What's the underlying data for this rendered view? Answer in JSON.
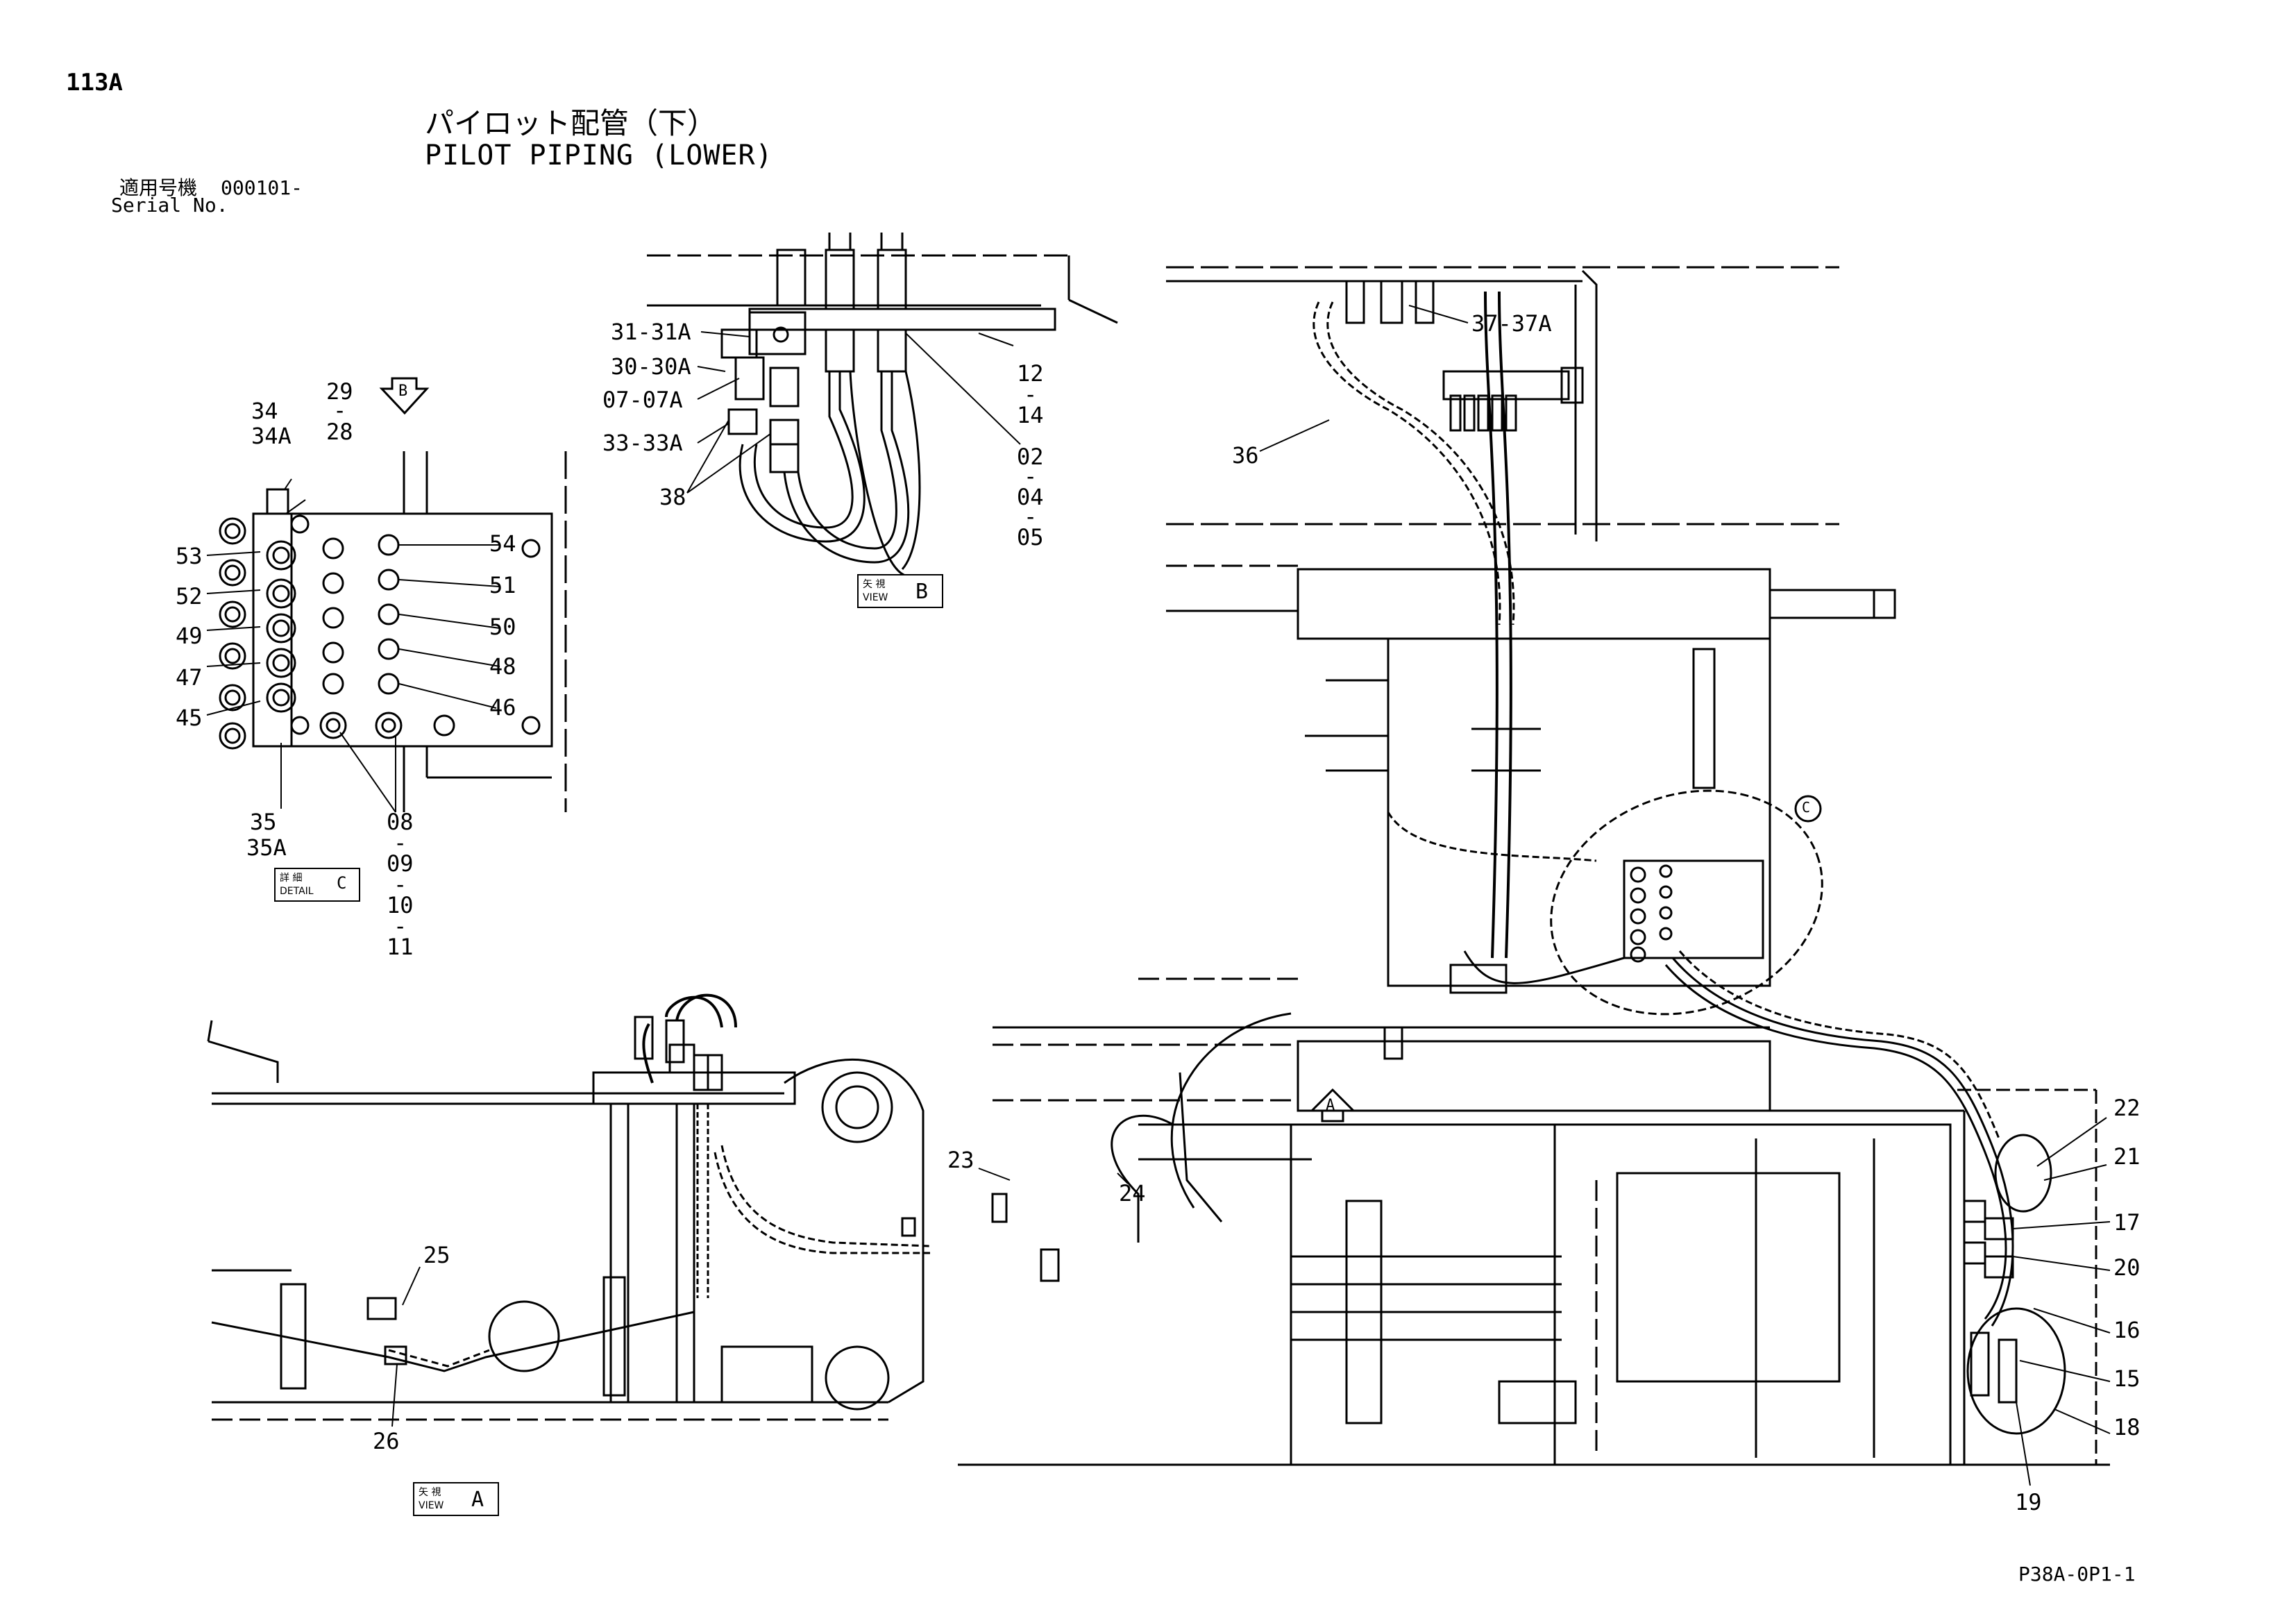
{
  "page_number": "113A",
  "title_jp": "パイロット配管（下）",
  "title_en": "PILOT PIPING (LOWER)",
  "serial_label_jp": "適用号機",
  "serial_value": "000101-",
  "serial_label_en": "Serial No.",
  "drawing_code": "P38A-0P1-1",
  "view_boxes": {
    "view_b": {
      "jp": "矢 視",
      "en": "VIEW",
      "letter": "B"
    },
    "detail_c": {
      "jp": "詳 細",
      "en": "DETAIL",
      "letter": "C"
    },
    "view_a": {
      "jp": "矢 視",
      "en": "VIEW",
      "letter": "A"
    }
  },
  "arrow_markers": {
    "b": "B",
    "a": "A",
    "c": "C"
  },
  "part_labels": {
    "p31_31a": "31-31A",
    "p30_30a": "30-30A",
    "p07_07a": "07-07A",
    "p33_33a": "33-33A",
    "p38": "38",
    "p12": "12",
    "p12_dash": "-",
    "p14": "14",
    "p02": "02",
    "p02_dash1": "-",
    "p04": "04",
    "p04_dash": "-",
    "p05": "05",
    "p37_37a": "37-37A",
    "p36": "36",
    "p34": "34",
    "p34a": "34A",
    "p29": "29",
    "p29_dash": "-",
    "p28": "28",
    "p53": "53",
    "p52": "52",
    "p49": "49",
    "p47": "47",
    "p45": "45",
    "p54": "54",
    "p51": "51",
    "p50": "50",
    "p48": "48",
    "p46": "46",
    "p35": "35",
    "p35a": "35A",
    "p08": "08",
    "p08_dash": "-",
    "p09": "09",
    "p09_dash": "-",
    "p10": "10",
    "p10_dash": "-",
    "p11": "11",
    "p25": "25",
    "p26": "26",
    "p23": "23",
    "p24": "24",
    "p22": "22",
    "p21": "21",
    "p17": "17",
    "p20": "20",
    "p16": "16",
    "p15": "15",
    "p18": "18",
    "p19": "19"
  }
}
